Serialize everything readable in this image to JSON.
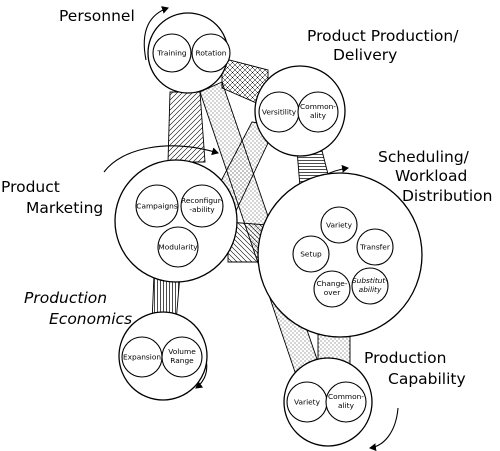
{
  "diagram": {
    "personnel": {
      "title": "Personnel",
      "items": [
        "Training",
        "Rotation"
      ]
    },
    "product_delivery": {
      "title_line1": "Product Production/",
      "title_line2": "Delivery",
      "items": [
        [
          "Versitility"
        ],
        [
          "Common-",
          "ality"
        ]
      ]
    },
    "scheduling": {
      "title_line1": "Scheduling/",
      "title_line2": "Workload",
      "title_line3": "Distribution",
      "items": [
        [
          "Variety"
        ],
        [
          "Setup"
        ],
        [
          "Transfer"
        ],
        [
          "Change-",
          "over"
        ],
        [
          "Substitut-",
          "ability"
        ]
      ]
    },
    "marketing": {
      "title_line1": "Product",
      "title_line2": "Marketing",
      "items": [
        [
          "Campaigns"
        ],
        [
          "Reconfigur-",
          "-ability"
        ],
        [
          "Modularity"
        ]
      ]
    },
    "economics": {
      "title_line1": "Production",
      "title_line2": "Economics",
      "items": [
        [
          "Expansion"
        ],
        [
          "Volume",
          "Range"
        ]
      ]
    },
    "capability": {
      "title_line1": "Production",
      "title_line2": "Capability",
      "items": [
        [
          "Variety"
        ],
        [
          "Common-",
          "ality"
        ]
      ]
    }
  }
}
